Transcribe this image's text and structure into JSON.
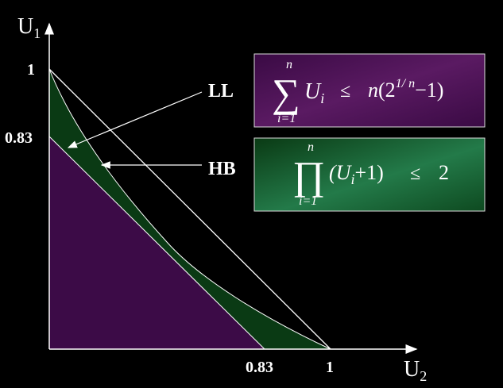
{
  "axes": {
    "y_name": "U",
    "y_sub": "1",
    "x_name": "U",
    "x_sub": "2",
    "y_tick_1": "1",
    "y_tick_083": "0.83",
    "x_tick_083": "0.83",
    "x_tick_1": "1"
  },
  "labels": {
    "ll": "LL",
    "hb": "HB"
  },
  "formulas": {
    "ll": {
      "sum_top": "n",
      "sum_bottom": "i=1",
      "term_var": "U",
      "term_sub": "i",
      "leq": "≤",
      "rhs_n": "n",
      "rhs_open": "(2",
      "rhs_exp": "1/ n",
      "rhs_close": "−1)"
    },
    "hb": {
      "prod_top": "n",
      "prod_bottom": "i=1",
      "open": "(U",
      "sub": "i",
      "close": "+1)",
      "leq": "≤",
      "rhs": "2"
    }
  },
  "colors": {
    "background": "#000000",
    "ll_region": "#3c0b47",
    "hb_region": "#0a3a14",
    "ll_box": "#3b0c46",
    "hb_box_dark": "#0a3a14",
    "hb_box_light": "#237a49",
    "lines": "#ffffff"
  }
}
